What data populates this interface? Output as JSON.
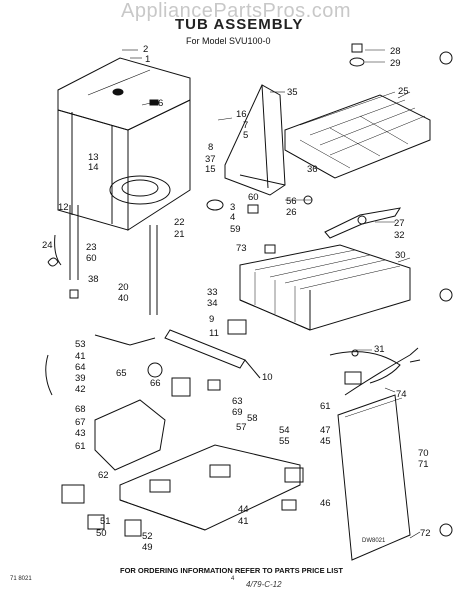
{
  "watermark": "AppliancePartsPros.com",
  "title": "TUB ASSEMBLY",
  "subtitle": "For Model SVU100-0",
  "footer": "FOR ORDERING INFORMATION REFER TO PARTS PRICE LIST",
  "corner_code": "71 8021",
  "page_number": "4",
  "handwritten": "4/79-C-12",
  "drawing_number": "DW8021",
  "callouts": [
    {
      "id": "c2",
      "text": "2"
    },
    {
      "id": "c1",
      "text": "1"
    },
    {
      "id": "c6",
      "text": "6"
    },
    {
      "id": "c16",
      "text": "16"
    },
    {
      "id": "c7",
      "text": "7"
    },
    {
      "id": "c5",
      "text": "5"
    },
    {
      "id": "c8",
      "text": "8"
    },
    {
      "id": "c35",
      "text": "35"
    },
    {
      "id": "c13",
      "text": "13"
    },
    {
      "id": "c14",
      "text": "14"
    },
    {
      "id": "c37",
      "text": "37"
    },
    {
      "id": "c15",
      "text": "15"
    },
    {
      "id": "c36",
      "text": "36"
    },
    {
      "id": "c28",
      "text": "28"
    },
    {
      "id": "c29",
      "text": "29"
    },
    {
      "id": "c25",
      "text": "25"
    },
    {
      "id": "c56",
      "text": "56"
    },
    {
      "id": "c26",
      "text": "26"
    },
    {
      "id": "c60a",
      "text": "60"
    },
    {
      "id": "c3",
      "text": "3"
    },
    {
      "id": "c4",
      "text": "4"
    },
    {
      "id": "c59",
      "text": "59"
    },
    {
      "id": "c12",
      "text": "12"
    },
    {
      "id": "c22",
      "text": "22"
    },
    {
      "id": "c21",
      "text": "21"
    },
    {
      "id": "c24",
      "text": "24"
    },
    {
      "id": "c23",
      "text": "23"
    },
    {
      "id": "c60b",
      "text": "60"
    },
    {
      "id": "c27",
      "text": "27"
    },
    {
      "id": "c32",
      "text": "32"
    },
    {
      "id": "c73",
      "text": "73"
    },
    {
      "id": "c30",
      "text": "30"
    },
    {
      "id": "c38",
      "text": "38"
    },
    {
      "id": "c20",
      "text": "20"
    },
    {
      "id": "c40",
      "text": "40"
    },
    {
      "id": "c33",
      "text": "33"
    },
    {
      "id": "c34",
      "text": "34"
    },
    {
      "id": "c9",
      "text": "9"
    },
    {
      "id": "c11",
      "text": "11"
    },
    {
      "id": "c53",
      "text": "53"
    },
    {
      "id": "c41",
      "text": "41"
    },
    {
      "id": "c64",
      "text": "64"
    },
    {
      "id": "c39",
      "text": "39"
    },
    {
      "id": "c65",
      "text": "65"
    },
    {
      "id": "c66",
      "text": "66"
    },
    {
      "id": "c31",
      "text": "31"
    },
    {
      "id": "c10",
      "text": "10"
    },
    {
      "id": "c74",
      "text": "74"
    },
    {
      "id": "c42",
      "text": "42"
    },
    {
      "id": "c63",
      "text": "63"
    },
    {
      "id": "c69",
      "text": "69"
    },
    {
      "id": "c68",
      "text": "68"
    },
    {
      "id": "c58",
      "text": "58"
    },
    {
      "id": "c57",
      "text": "57"
    },
    {
      "id": "c54",
      "text": "54"
    },
    {
      "id": "c55",
      "text": "55"
    },
    {
      "id": "c61a",
      "text": "61"
    },
    {
      "id": "c67",
      "text": "67"
    },
    {
      "id": "c43",
      "text": "43"
    },
    {
      "id": "c61b",
      "text": "61"
    },
    {
      "id": "c47",
      "text": "47"
    },
    {
      "id": "c45",
      "text": "45"
    },
    {
      "id": "c70",
      "text": "70"
    },
    {
      "id": "c71",
      "text": "71"
    },
    {
      "id": "c62",
      "text": "62"
    },
    {
      "id": "c46",
      "text": "46"
    },
    {
      "id": "c44",
      "text": "44"
    },
    {
      "id": "c41b",
      "text": "41"
    },
    {
      "id": "c51",
      "text": "51"
    },
    {
      "id": "c50",
      "text": "50"
    },
    {
      "id": "c52",
      "text": "52"
    },
    {
      "id": "c49",
      "text": "49"
    },
    {
      "id": "c72",
      "text": "72"
    }
  ]
}
